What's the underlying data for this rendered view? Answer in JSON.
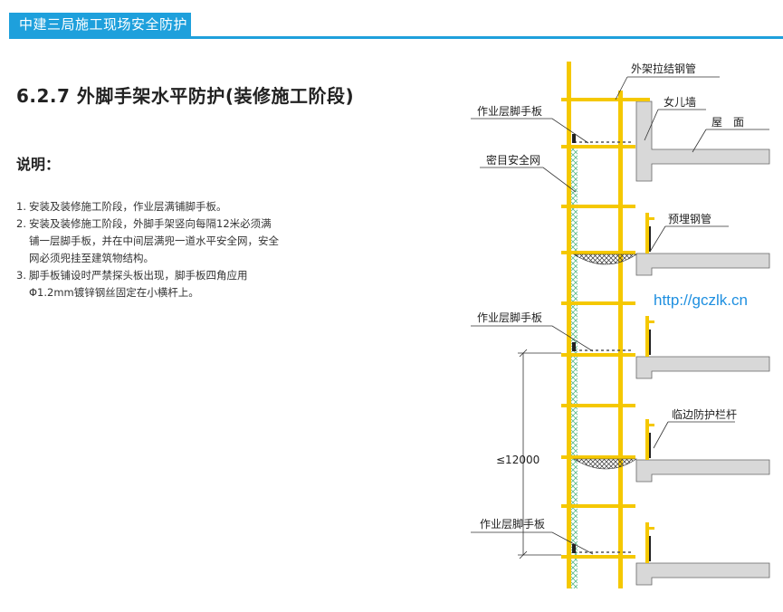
{
  "header": {
    "title": "中建三局施工现场安全防护标准化图册"
  },
  "section": {
    "title": "6.2.7 外脚手架水平防护(装修施工阶段)"
  },
  "notes": {
    "heading": "说明：",
    "items": [
      {
        "num": "1.",
        "text": "安装及装修施工阶段，作业层满铺脚手板。"
      },
      {
        "num": "2.",
        "text": "安装及装修施工阶段，外脚手架竖向每隔12米必须满铺一层脚手板，并在中间层满兜一道水平安全网，安全网必须兜挂至建筑物结构。"
      },
      {
        "num": "3.",
        "text": "脚手板铺设时严禁探头板出现，脚手板四角应用Φ1.2mm镀锌钢丝固定在小横杆上。"
      }
    ]
  },
  "drawing": {
    "labels": {
      "tie_pipe": "外架拉结钢管",
      "parapet": "女儿墙",
      "roof": "屋　面",
      "board1": "作业层脚手板",
      "net": "密目安全网",
      "embedded_pipe": "预埋钢管",
      "board2": "作业层脚手板",
      "guardrail": "临边防护栏杆",
      "board3": "作业层脚手板",
      "dimension": "≤12000"
    },
    "watermark": "http://gczlk.cn",
    "colors": {
      "pipe": "#f5c800",
      "accent": "#1ea0dc",
      "concrete": "#d8d8d8",
      "net": "#5cb88a"
    }
  }
}
